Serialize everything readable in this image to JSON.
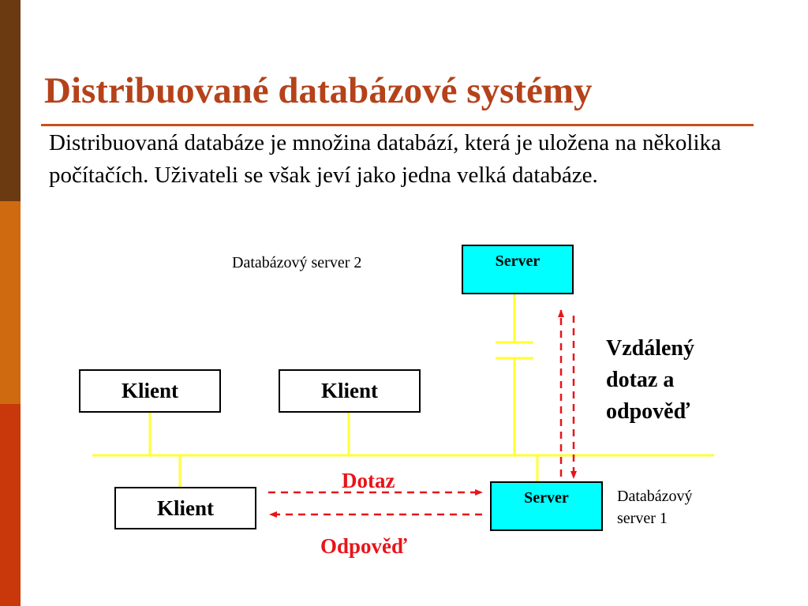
{
  "title": "Distribuované databázové systémy",
  "intro": "Distribuovaná databáze je množina databází, která je uložena na několika počítačích. Uživateli se však jeví jako jedna velká databáze.",
  "colors": {
    "title": "#b5421a",
    "sidebar": [
      "#6b3a10",
      "#d06a10",
      "#c8380a"
    ],
    "network": "#ffff33",
    "server_fill": "#00ffff",
    "arrow": "#e8141a"
  },
  "diagram": {
    "server2_label": "Databázový server 2",
    "server2_box": "Server",
    "server1_box": "Server",
    "server1_label_line1": "Databázový",
    "server1_label_line2": "server 1",
    "client1": "Klient",
    "client2": "Klient",
    "client3": "Klient",
    "remote_line1": "Vzdálený",
    "remote_line2": "dotaz a",
    "remote_line3": "odpověď",
    "query": "Dotaz",
    "response": "Odpověď"
  }
}
